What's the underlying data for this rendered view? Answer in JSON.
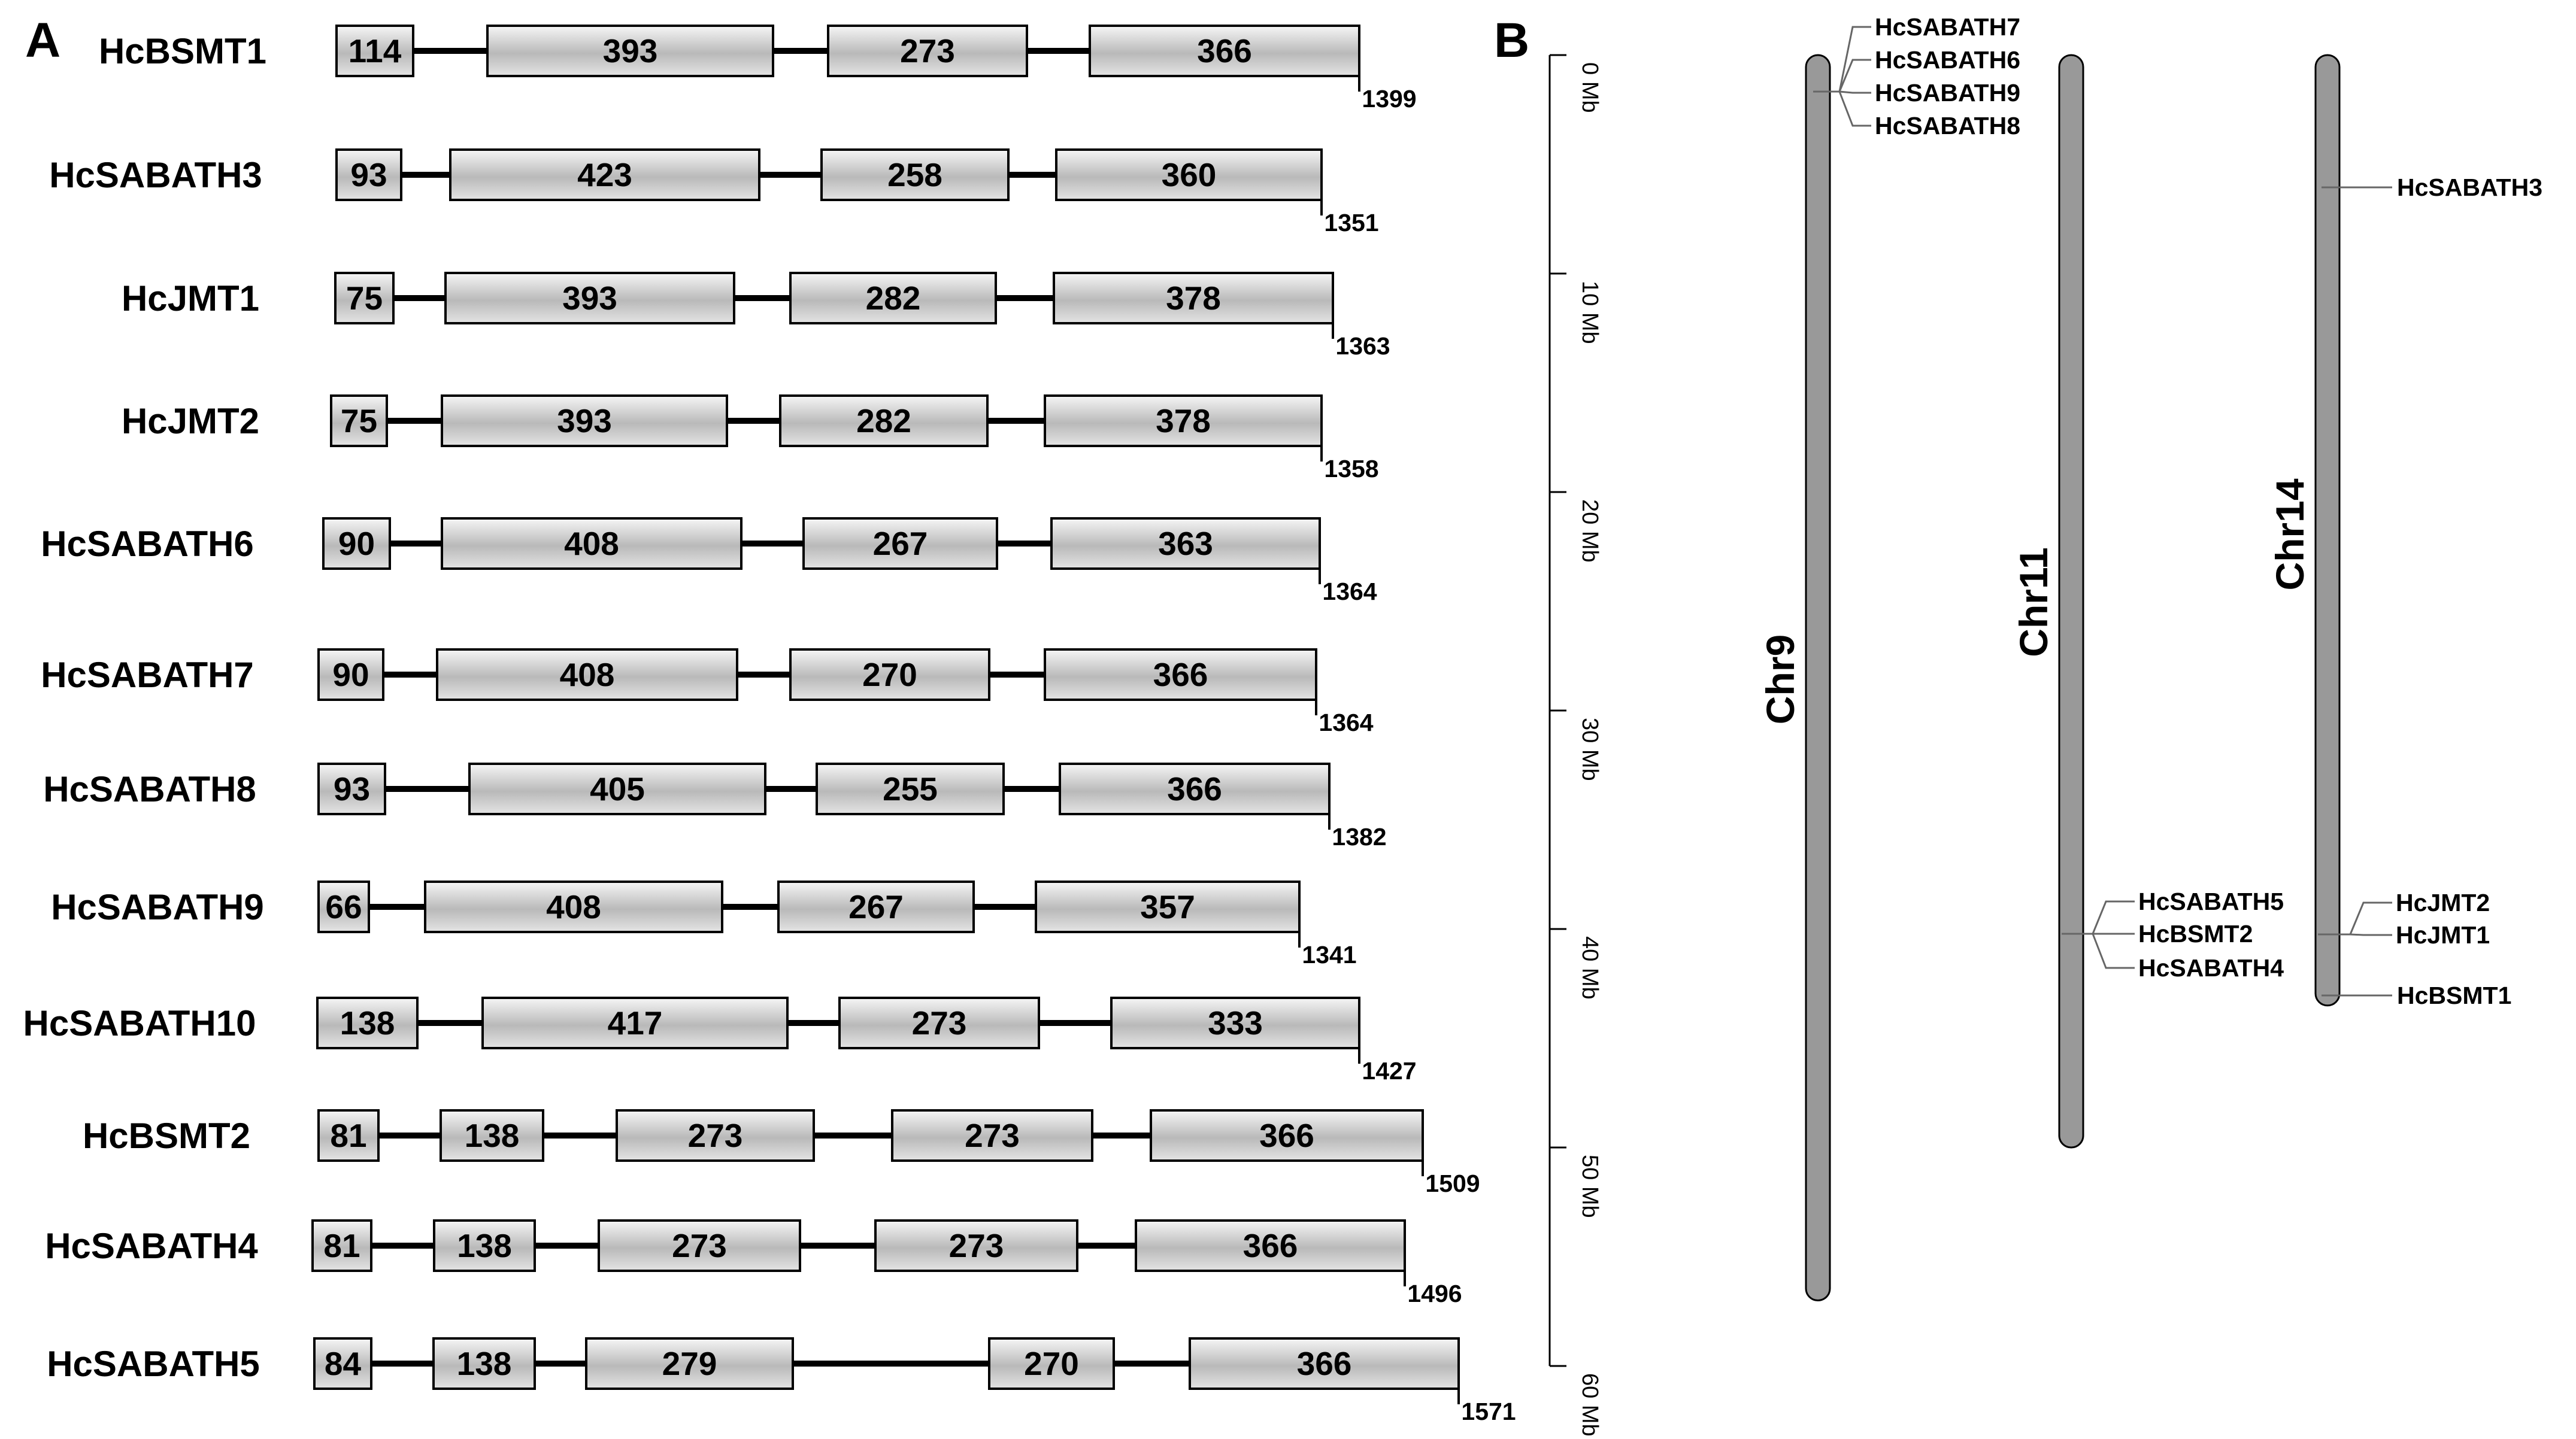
{
  "panel_a": {
    "letter": "A",
    "genes": [
      {
        "name": "HcBSMT1",
        "total": "1399",
        "exons": [
          "114",
          "393",
          "273",
          "366"
        ]
      },
      {
        "name": "HcSABATH3",
        "total": "1351",
        "exons": [
          "93",
          "423",
          "258",
          "360"
        ]
      },
      {
        "name": "HcJMT1",
        "total": "1363",
        "exons": [
          "75",
          "393",
          "282",
          "378"
        ]
      },
      {
        "name": "HcJMT2",
        "total": "1358",
        "exons": [
          "75",
          "393",
          "282",
          "378"
        ]
      },
      {
        "name": "HcSABATH6",
        "total": "1364",
        "exons": [
          "90",
          "408",
          "267",
          "363"
        ]
      },
      {
        "name": "HcSABATH7",
        "total": "1364",
        "exons": [
          "90",
          "408",
          "270",
          "366"
        ]
      },
      {
        "name": "HcSABATH8",
        "total": "1382",
        "exons": [
          "93",
          "405",
          "255",
          "366"
        ]
      },
      {
        "name": "HcSABATH9",
        "total": "1341",
        "exons": [
          "66",
          "408",
          "267",
          "357"
        ]
      },
      {
        "name": "HcSABATH10",
        "total": "1427",
        "exons": [
          "138",
          "417",
          "273",
          "333"
        ]
      },
      {
        "name": "HcBSMT2",
        "total": "1509",
        "exons": [
          "81",
          "138",
          "273",
          "273",
          "366"
        ]
      },
      {
        "name": "HcSABATH4",
        "total": "1496",
        "exons": [
          "81",
          "138",
          "273",
          "273",
          "366"
        ]
      },
      {
        "name": "HcSABATH5",
        "total": "1571",
        "exons": [
          "84",
          "138",
          "279",
          "270",
          "366"
        ]
      }
    ]
  },
  "panel_b": {
    "letter": "B",
    "scale": {
      "ticks": [
        "0 Mb",
        "10 Mb",
        "20 Mb",
        "30 Mb",
        "40 Mb",
        "50 Mb",
        "60 Mb"
      ]
    },
    "chromosomes": [
      {
        "name": "Chr9",
        "length_mb": 57,
        "markers": [
          {
            "gene": "HcSABATH7",
            "pos_mb": 1.5
          },
          {
            "gene": "HcSABATH6",
            "pos_mb": 1.5
          },
          {
            "gene": "HcSABATH9",
            "pos_mb": 1.5
          },
          {
            "gene": "HcSABATH8",
            "pos_mb": 1.5
          }
        ]
      },
      {
        "name": "Chr11",
        "length_mb": 50,
        "markers": [
          {
            "gene": "HcSABATH5",
            "pos_mb": 40.0
          },
          {
            "gene": "HcBSMT2",
            "pos_mb": 40.1
          },
          {
            "gene": "HcSABATH4",
            "pos_mb": 40.5
          }
        ]
      },
      {
        "name": "Chr14",
        "length_mb": 43.5,
        "markers": [
          {
            "gene": "HcSABATH3",
            "pos_mb": 6.0
          },
          {
            "gene": "HcJMT2",
            "pos_mb": 40.1
          },
          {
            "gene": "HcJMT1",
            "pos_mb": 40.2
          },
          {
            "gene": "HcBSMT1",
            "pos_mb": 42.9
          }
        ]
      }
    ]
  },
  "colors": {
    "exon_top": "#f6f6f6",
    "exon_mid": "#b9b9b9",
    "exon_bottom": "#e4e4e4",
    "chromosome_fill": "#999999",
    "line": "#000000",
    "marker_line": "#666666"
  }
}
